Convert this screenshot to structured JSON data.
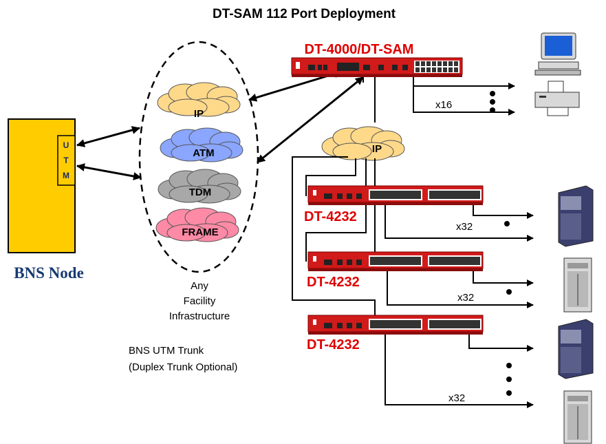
{
  "title": "DT-SAM 112 Port Deployment",
  "head_device": {
    "label": "DT-4000/DT-SAM"
  },
  "clouds": [
    {
      "label": "IP",
      "color": "#ffd98a"
    },
    {
      "label": "ATM",
      "color": "#8aa6ff"
    },
    {
      "label": "TDM",
      "color": "#a8a8a8"
    },
    {
      "label": "FRAME",
      "color": "#ff8aa6"
    }
  ],
  "ip_cloud": {
    "label": "IP",
    "color": "#ffd98a"
  },
  "facility_caption": [
    "Any",
    "Facility",
    "Infrastructure"
  ],
  "trunk_caption": [
    "BNS UTM Trunk",
    "(Duplex Trunk Optional)"
  ],
  "bns_node": {
    "label": "BNS Node",
    "utm_letters": [
      "U",
      "T",
      "M"
    ],
    "color": "#ffcc00"
  },
  "switches": [
    {
      "label": "DT-4232",
      "count": "x32"
    },
    {
      "label": "DT-4232",
      "count": "x32"
    },
    {
      "label": "DT-4232",
      "count": "x32"
    }
  ],
  "head_count": "x16",
  "colors": {
    "device_red": "#d11a1a",
    "label_red": "#e00000"
  },
  "icons": [
    "computer-icon",
    "printer-icon",
    "server-tower-icon",
    "server-tower-icon",
    "server-tower-icon",
    "server-tower-icon"
  ]
}
